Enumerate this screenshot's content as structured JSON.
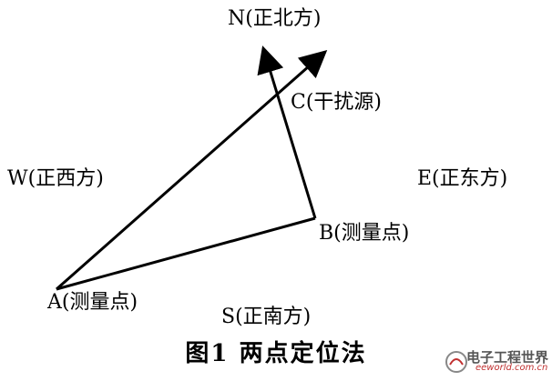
{
  "labels": {
    "north": "N(正北方)",
    "south": "S(正南方)",
    "west": "W(正西方)",
    "east": "E(正东方)",
    "point_c": "C(干扰源)",
    "point_b": "B(测量点)",
    "point_a": "A(测量点)"
  },
  "caption": "图1  两点定位法",
  "watermark": {
    "brand": "电子工程世界",
    "site": "eeworld.com.cn"
  },
  "colors": {
    "line": "#000000",
    "background": "#ffffff",
    "watermark_accent": "#c03030"
  }
}
